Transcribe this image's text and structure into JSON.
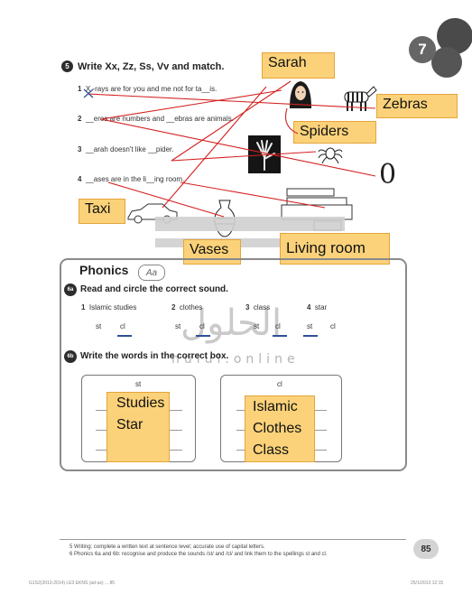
{
  "unit_number": "7",
  "exercise5": {
    "number": "5",
    "instruction": "Write Xx, Zz, Ss, Vv and match.",
    "sentences": [
      {
        "num": "1",
        "text": "X -rays are for you and me not for ta__is."
      },
      {
        "num": "2",
        "text": "__eros are numbers and __ebras are animals."
      },
      {
        "num": "3",
        "text": "__arah doesn't like __pider."
      },
      {
        "num": "4",
        "text": "__ases are in the li__ing room."
      }
    ],
    "handwritten_x": "X",
    "zero_glyph": "0"
  },
  "answer_labels": {
    "sarah": "Sarah",
    "zebras": "Zebras",
    "spiders": "Spiders",
    "taxi": "Taxi",
    "vases": "Vases",
    "living_room": "Living room"
  },
  "phonics": {
    "title": "Phonics",
    "badge": "Aa",
    "ex6a": {
      "number": "6a",
      "instruction": "Read and circle the correct sound.",
      "items": [
        {
          "num": "1",
          "word": "Islamic studies",
          "opt1": "st",
          "opt2": "cl"
        },
        {
          "num": "2",
          "word": "clothes",
          "opt1": "st",
          "opt2": "cl"
        },
        {
          "num": "3",
          "word": "class",
          "opt1": "st",
          "opt2": "cl"
        },
        {
          "num": "4",
          "word": "star",
          "opt1": "st",
          "opt2": "cl"
        }
      ]
    },
    "ex6b": {
      "number": "6b",
      "instruction": "Write the words in the correct box.",
      "box_st": {
        "title": "st",
        "words": [
          "Studies",
          "Star"
        ]
      },
      "box_cl": {
        "title": "cl",
        "words": [
          "Islamic",
          "Clothes",
          "Class"
        ]
      }
    }
  },
  "watermark": {
    "text_ar": "الحلول",
    "text_latin": "hulul.online"
  },
  "footer": {
    "note1": "5  Writing: complete a written text at sentence level; accurate use of capital letters.",
    "note2": "6  Phonics 6a and 6b: recognise and produce the sounds /st/ and /cl/ and link them to the spellings st and cl.",
    "page_number": "85",
    "left_meta": "G1S2(2013-2014) LE3 EKNS (ad-us) ... 85",
    "right_meta": "25/1/2013  12:15"
  },
  "colors": {
    "answer_fill": "#fbd27a",
    "answer_border": "#e5a43c",
    "match_line": "#d42020",
    "circle_mark": "#2f4f9a"
  }
}
